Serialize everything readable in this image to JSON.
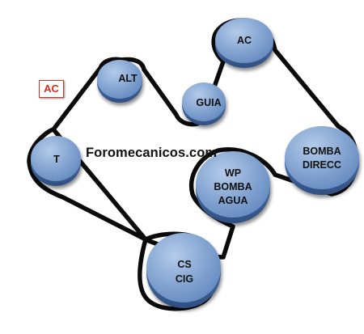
{
  "diagram": {
    "watermark": "Foromecanicos.com",
    "tag": "AC",
    "pulleys": [
      {
        "id": "alt",
        "lines": [
          "ALT"
        ]
      },
      {
        "id": "ac",
        "lines": [
          "AC"
        ]
      },
      {
        "id": "guia",
        "lines": [
          "GUIA"
        ]
      },
      {
        "id": "tensor",
        "lines": [
          "T"
        ]
      },
      {
        "id": "bomba-direcc",
        "lines": [
          "BOMBA",
          "DIRECC"
        ]
      },
      {
        "id": "wp-bomba-agua",
        "lines": [
          "WP",
          "BOMBA",
          "AGUA"
        ]
      },
      {
        "id": "cs-cig",
        "lines": [
          "CS",
          "CIG"
        ]
      }
    ]
  },
  "colors": {
    "belt": "#0a0a0a",
    "pulley_face": "#7f9fcd",
    "pulley_highlight": "#a9c1e3",
    "pulley_edge": "#3d5f96",
    "tag_text": "#d62b1f"
  }
}
